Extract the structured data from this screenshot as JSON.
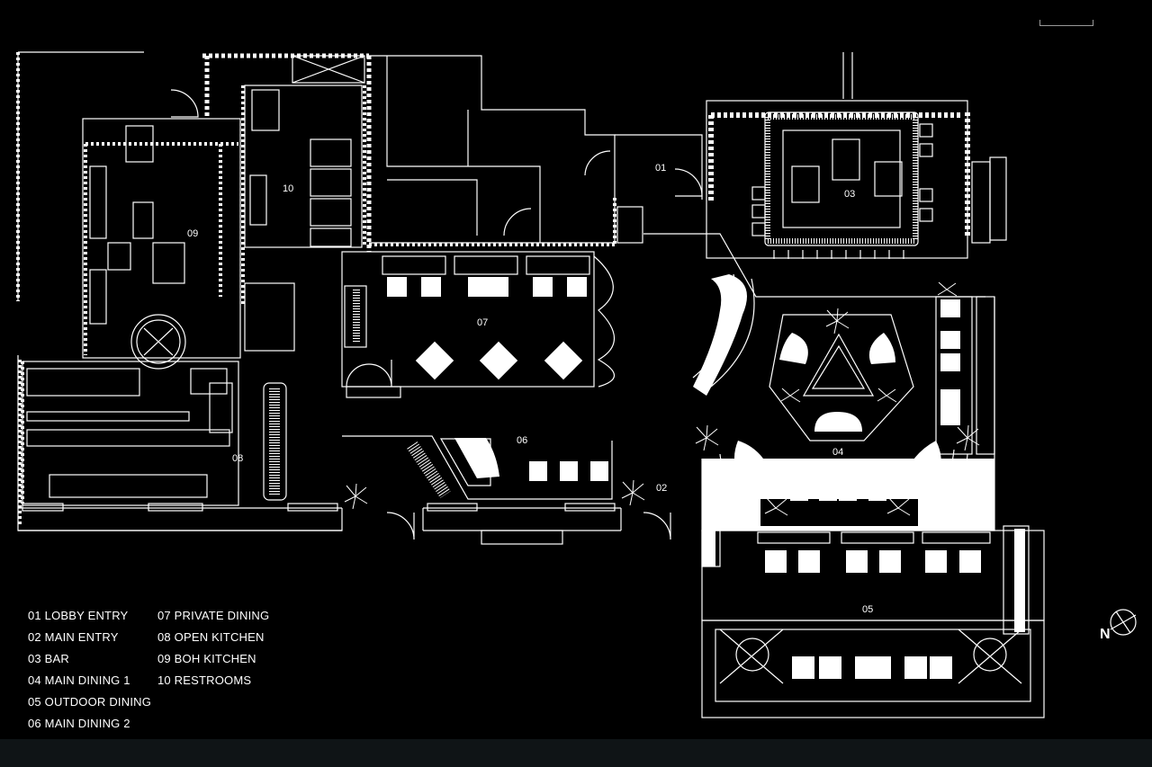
{
  "room_labels": {
    "r01": "01",
    "r02": "02",
    "r03": "03",
    "r04": "04",
    "r05": "05",
    "r06": "06",
    "r07": "07",
    "r08": "08",
    "r09": "09",
    "r10": "10"
  },
  "legend": {
    "col1": [
      "01 LOBBY ENTRY",
      "02 MAIN ENTRY",
      "03 BAR",
      "04 MAIN DINING 1",
      "05 OUTDOOR DINING",
      "06 MAIN DINING 2"
    ],
    "col2": [
      "07 PRIVATE DINING",
      "08 OPEN KITCHEN",
      "09 BOH KITCHEN",
      "10 RESTROOMS"
    ]
  },
  "north_arrow": {
    "label": "N"
  },
  "colors": {
    "background": "#000000",
    "lines": "#ffffff",
    "footer": "#0f1416"
  }
}
